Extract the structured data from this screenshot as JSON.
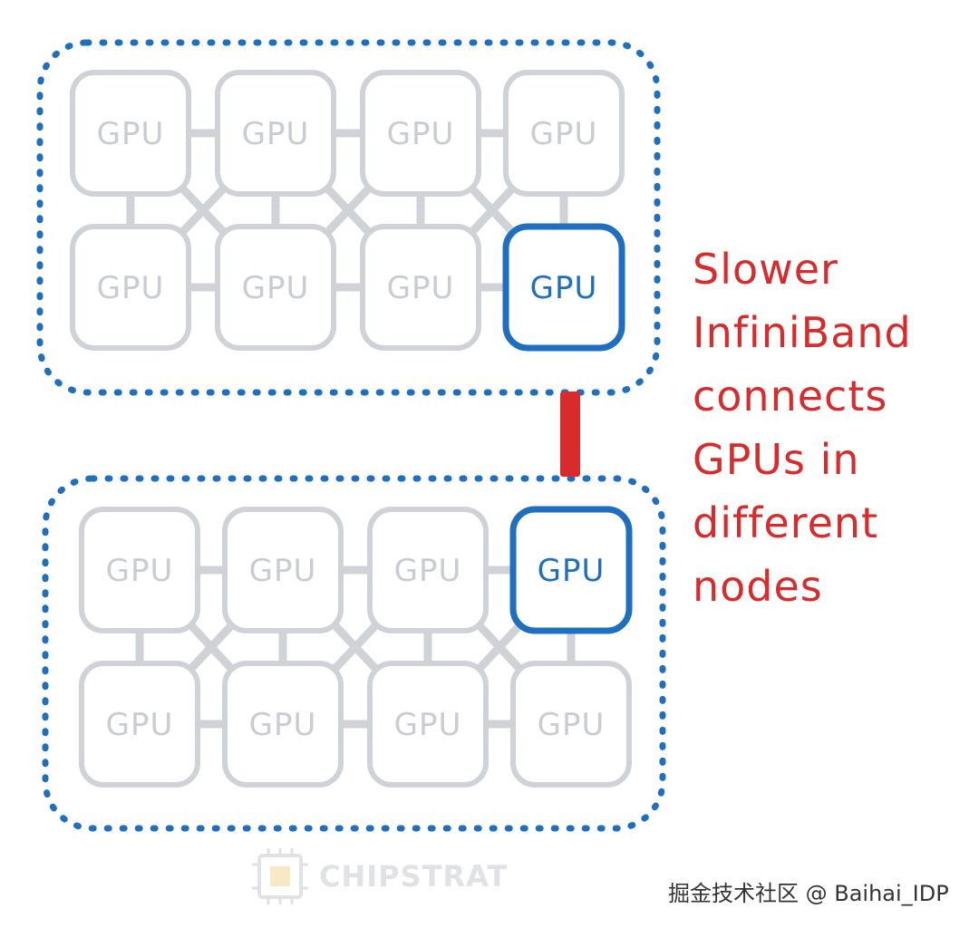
{
  "colors": {
    "node_border": "#1f6fc1",
    "gpu_idle_stroke": "#cfd3d8",
    "gpu_idle_text": "#c9ccd1",
    "gpu_active_stroke": "#1f6fc1",
    "gpu_active_text": "#1f6fc1",
    "link_red": "#d92b2b",
    "annotation": "#d92b2b"
  },
  "gpu_label": "GPU",
  "nodes": [
    {
      "id": "node-1",
      "gpus": [
        {
          "label": "GPU",
          "active": false
        },
        {
          "label": "GPU",
          "active": false
        },
        {
          "label": "GPU",
          "active": false
        },
        {
          "label": "GPU",
          "active": false
        },
        {
          "label": "GPU",
          "active": false
        },
        {
          "label": "GPU",
          "active": false
        },
        {
          "label": "GPU",
          "active": false
        },
        {
          "label": "GPU",
          "active": true
        }
      ]
    },
    {
      "id": "node-2",
      "gpus": [
        {
          "label": "GPU",
          "active": false
        },
        {
          "label": "GPU",
          "active": false
        },
        {
          "label": "GPU",
          "active": false
        },
        {
          "label": "GPU",
          "active": true
        },
        {
          "label": "GPU",
          "active": false
        },
        {
          "label": "GPU",
          "active": false
        },
        {
          "label": "GPU",
          "active": false
        },
        {
          "label": "GPU",
          "active": false
        }
      ]
    }
  ],
  "annotation": {
    "lines": [
      "Slower",
      "InfiniBand",
      "connects",
      "GPUs in",
      "different",
      "nodes"
    ]
  },
  "watermark": {
    "label": "CHIPSTRAT"
  },
  "credit": {
    "text": "掘金技术社区 @ Baihai_IDP"
  }
}
